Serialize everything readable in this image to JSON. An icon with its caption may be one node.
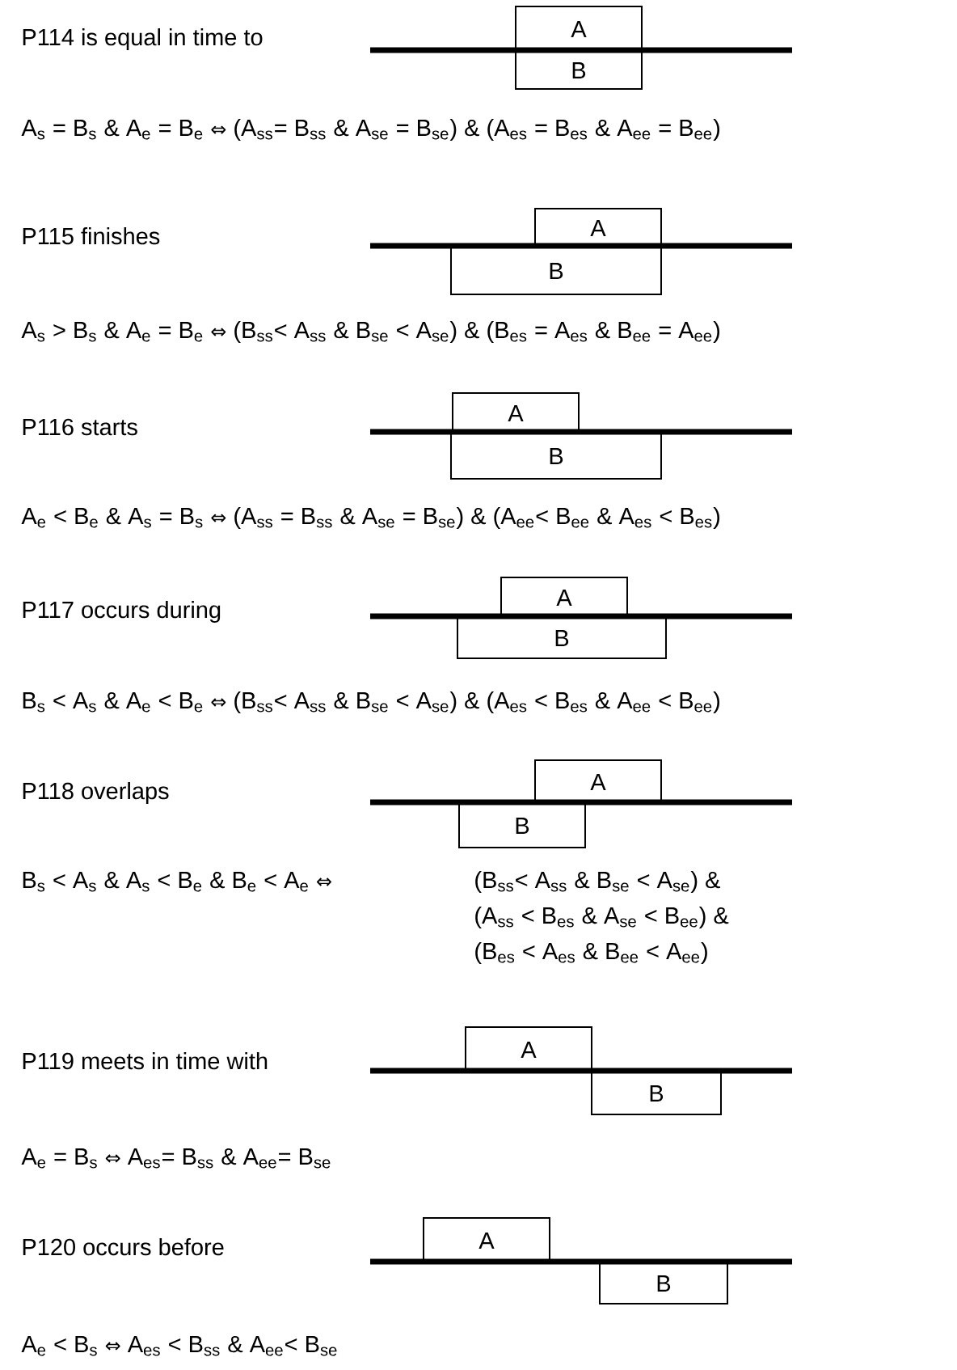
{
  "diagram": {
    "nodes": [
      {
        "text": [
          "A"
        ]
      },
      {
        "text": [
          "B"
        ]
      },
      {
        "text": [
          "A"
        ]
      },
      {
        "text": [
          "B"
        ]
      },
      {
        "text": [
          "A"
        ]
      },
      {
        "text": [
          "B"
        ]
      },
      {
        "text": [
          "A"
        ]
      },
      {
        "text": [
          "B"
        ]
      },
      {
        "text": [
          "A"
        ]
      },
      {
        "text": [
          "B"
        ]
      },
      {
        "text": [
          "A"
        ]
      },
      {
        "text": [
          "B"
        ]
      },
      {
        "text": [
          "A"
        ]
      },
      {
        "text": [
          "B"
        ]
      }
    ],
    "labels": [
      "P114 is equal in time to",
      "A$_{s}$ = B$_{s}$ & A$_{e}$ = B$_{e}$ ⇔ (A$_{ss}$= B$_{ss}$ & A$_{se}$ = B$_{se}$) & (A$_{es}$ = B$_{es}$ & A$_{ee}$ = B$_{ee}$)",
      "P115 finishes",
      "A$_{s}$ > B$_{s}$ & A$_{e}$ = B$_{e}$ ⇔ (B$_{ss}$< A$_{ss}$ & B$_{se}$ < A$_{se}$) & (B$_{es}$ = A$_{es}$ & B$_{ee}$ = A$_{ee}$)",
      "P116 starts",
      "A$_{e}$ < B$_{e}$ & A$_{s}$ = B$_{s}$ ⇔ (A$_{ss}$ = B$_{ss}$ & A$_{se}$ = B$_{se}$) & (A$_{ee}$< B$_{ee}$ & A$_{es}$ < B$_{es}$)",
      "P117 occurs during",
      "B$_{s}$ < A$_{s}$ & A$_{e}$ < B$_{e}$ ⇔ (B$_{ss}$< A$_{ss}$ & B$_{se}$ < A$_{se}$) & (A$_{es}$ < B$_{es}$ & A$_{ee}$ < B$_{ee}$)",
      "P118 overlaps",
      "B$_{s}$ < A$_{s}$ & A$_{s}$ < B$_{e}$ & B$_{e}$ < A$_{e}$ ⇔",
      "(B$_{ss}$< A$_{ss}$ & B$_{se}$ < A$_{se}$) &",
      "(A$_{ss}$ < B$_{es}$ & A$_{se}$ < B$_{ee}$) &",
      "(B$_{es}$ < A$_{es}$ & B$_{ee}$ < A$_{ee}$)",
      "P119 meets in time with",
      "A$_{e}$ = B$_{s}$ ⇔ A$_{es}$= B$_{ss}$ & A$_{ee}$= B$_{se}$",
      "P120 occurs before",
      "A$_{e}$ < B$_{s}$ ⇔ A$_{es}$ < B$_{ss}$ & A$_{ee}$< B$_{se}$"
    ]
  }
}
